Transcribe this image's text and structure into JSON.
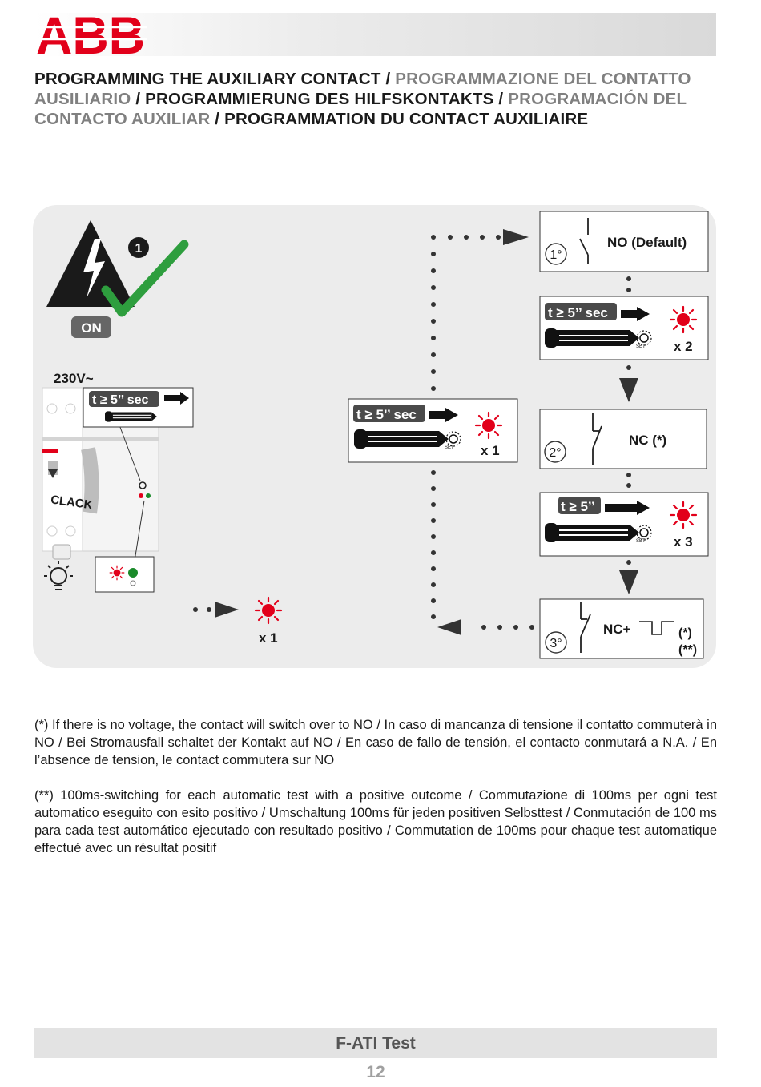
{
  "brand": {
    "logo_text": "ABB",
    "color": "#E2001A"
  },
  "title": {
    "parts": [
      {
        "text": "PROGRAMMING THE AUXILIARY CONTACT",
        "tone": "dark"
      },
      {
        "text": " / ",
        "tone": "dark"
      },
      {
        "text": "PROGRAMMAZIONE DEL CONTATTO AUSILIARIO",
        "tone": "grey"
      },
      {
        "text": " / ",
        "tone": "dark"
      },
      {
        "text": "PROGRAMMIERUNG DES HILFSKONTAKTS",
        "tone": "dark"
      },
      {
        "text": " / ",
        "tone": "dark"
      },
      {
        "text": "PROGRAMACIÓN DEL CONTACTO AUXILIAR",
        "tone": "grey"
      },
      {
        "text": " / ",
        "tone": "dark"
      },
      {
        "text": "PROGRAMMATION DU CONTACT AUXILIAIRE",
        "tone": "dark"
      }
    ]
  },
  "diagram": {
    "step_badge": "1",
    "on_label": "ON",
    "voltage_label": "230V~",
    "device_press_label": "t ≥ 5’’ sec",
    "clack_label": "CLACK",
    "result_count": "x 1",
    "center_box": {
      "label": "t ≥ 5’’ sec",
      "count": "x 1",
      "set_label": "SET"
    },
    "states": [
      {
        "num": "1°",
        "label": "NO (Default)"
      },
      {
        "num": "2°",
        "label": "NC (*)"
      },
      {
        "num": "3°",
        "label": "NC+",
        "note1": "(*)",
        "note2": "(**)"
      }
    ],
    "press_boxes": [
      {
        "label": "t ≥ 5’’ sec",
        "count": "x 2",
        "set_label": "SET"
      },
      {
        "label": "t ≥ 5’’",
        "count": "x 3",
        "set_label": "SET"
      }
    ],
    "colors": {
      "led_red": "#E2001A",
      "led_green": "#1a8a2a",
      "check_green": "#2e9e3e"
    }
  },
  "notes": {
    "note1": "(*) If there is no voltage, the contact will switch over to NO / In caso di mancanza di tensione il contatto commuterà in NO / Bei Stromausfall schaltet der Kontakt auf NO / En caso de fallo de tensión, el contacto conmutará a N.A. / En l’absence de tension, le contact commutera sur NO",
    "note2": "(**) 100ms-switching for each automatic test with a positive outcome / Commutazione di 100ms per ogni test automatico eseguito con esito positivo / Umschaltung 100ms für jeden positiven Selbsttest / Conmutación de 100 ms para cada test automático ejecutado con resultado positivo / Commutation de 100ms pour chaque test automatique effectué avec un résultat positif"
  },
  "footer": {
    "title": "F-ATI Test",
    "page": "12"
  }
}
